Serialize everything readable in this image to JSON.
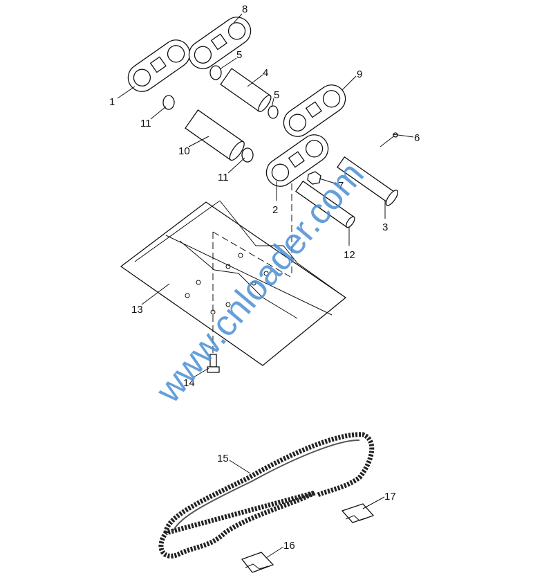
{
  "diagram": {
    "title": "Track chain and shoe assembly exploded view",
    "labels": {
      "l1": "1",
      "l2": "2",
      "l3": "3",
      "l4": "4",
      "l5a": "5",
      "l5b": "5",
      "l6": "6",
      "l7": "7",
      "l8": "8",
      "l9": "9",
      "l10": "10",
      "l11a": "11",
      "l11b": "11",
      "l12": "12",
      "l13": "13",
      "l14": "14",
      "l15": "15",
      "l16": "16",
      "l17": "17"
    },
    "watermark": "www.cnloader.com",
    "colors": {
      "line": "#111111",
      "watermark": "#4a8fd6"
    }
  }
}
